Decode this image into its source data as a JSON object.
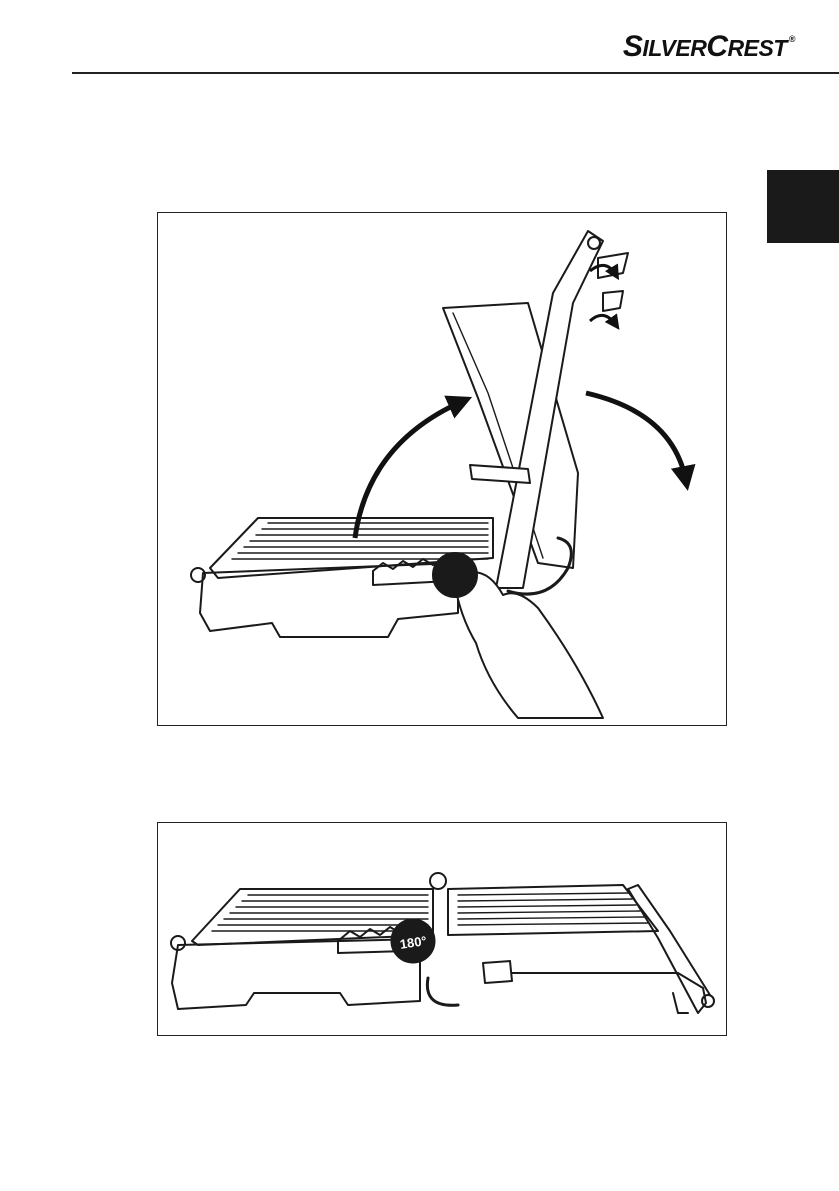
{
  "header": {
    "brand_big_s": "S",
    "brand_ilver": "ILVER",
    "brand_big_c": "C",
    "brand_rest": "REST",
    "brand_reg": "®"
  },
  "figure_2": {
    "dial_label": "180°"
  },
  "colors": {
    "ink": "#1a1a1a",
    "page": "#ffffff"
  }
}
